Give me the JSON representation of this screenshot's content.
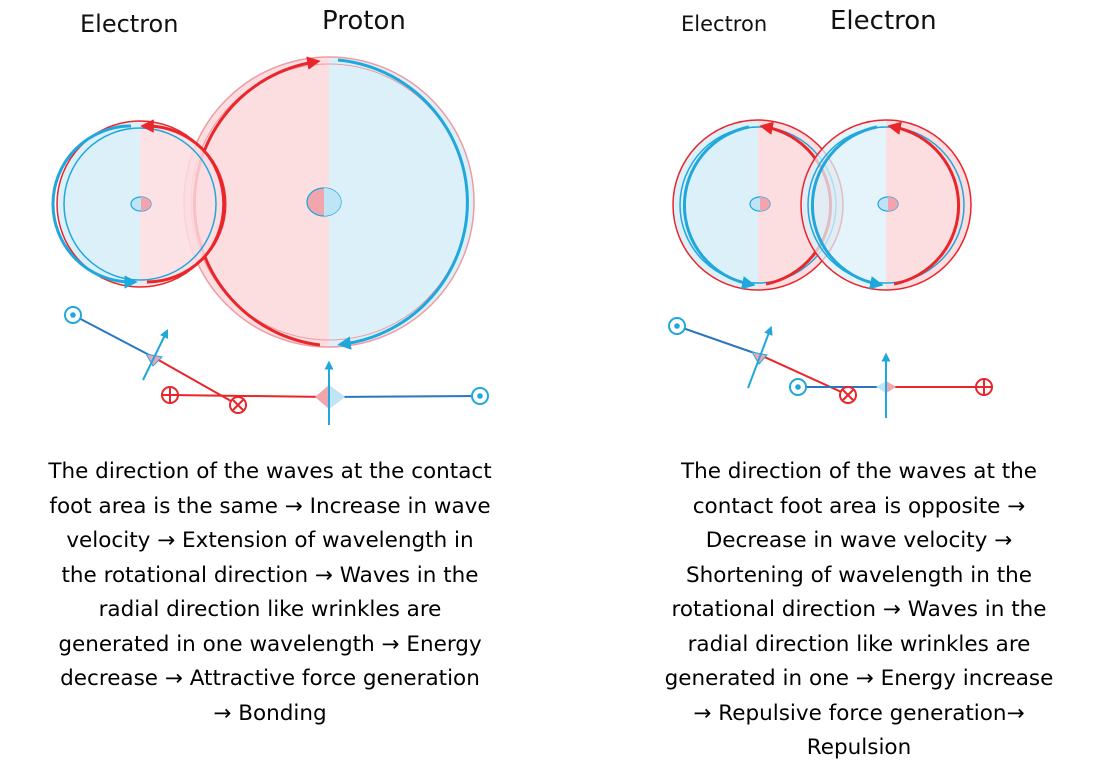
{
  "left_panel": {
    "label_electron": "Electron",
    "label_proton": "Proton",
    "caption_lines": [
      "The direction of the waves at the contact",
      "foot area is the same → Increase in wave",
      "velocity → Extension of wavelength in",
      "the rotational direction → Waves in the",
      "radial direction like wrinkles are",
      "generated in one wavelength → Energy",
      "decrease → Attractive force generation",
      "→ Bonding"
    ]
  },
  "right_panel": {
    "label_electron_1": "Electron",
    "label_electron_2": "Electron",
    "caption_lines": [
      "The direction of the waves at the",
      "contact foot area is opposite →",
      "Decrease in wave velocity →",
      "Shortening of wavelength in the",
      "rotational direction → Waves in the",
      "radial direction like wrinkles are",
      "generated in one → Energy increase",
      "→ Repulsive force generation→",
      "Repulsion"
    ]
  },
  "colors": {
    "red": "#e8262b",
    "red_fill": "#fcdde0",
    "blue": "#20a7dc",
    "blue_fill": "#dcf0fa",
    "wave_blue": "#2a77c0"
  }
}
